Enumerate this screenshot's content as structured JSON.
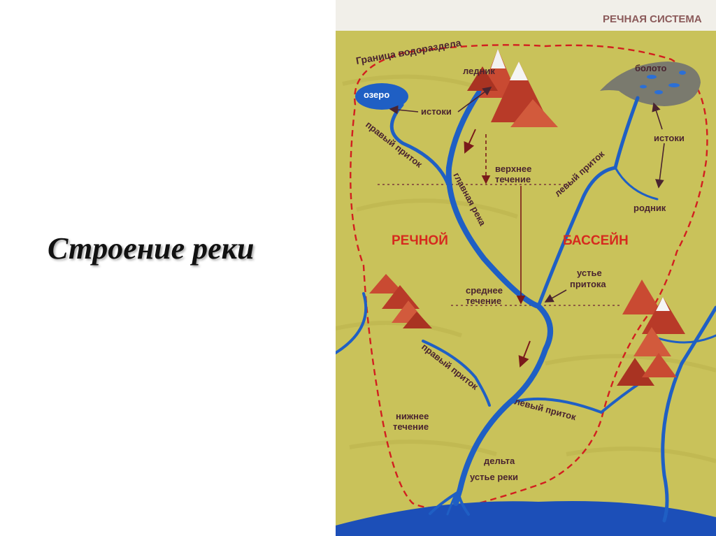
{
  "slide": {
    "title": "Строение реки"
  },
  "map": {
    "header": "РЕЧНАЯ СИСТЕМА",
    "watershed": "Граница водораздела",
    "basin_left": "РЕЧНОЙ",
    "basin_right": "БАССЕЙН",
    "labels": {
      "lake": "озеро",
      "glacier": "ледник",
      "swamp": "болото",
      "sources_left": "истоки",
      "sources_right": "истоки",
      "spring": "родник",
      "right_tributary_top": "правый приток",
      "main_river": "главная река",
      "left_tributary_top": "левый приток",
      "upper_course_1": "верхнее",
      "upper_course_2": "течение",
      "tributary_mouth_1": "устье",
      "tributary_mouth_2": "притока",
      "middle_course_1": "среднее",
      "middle_course_2": "течение",
      "right_tributary_bottom": "правый приток",
      "left_tributary_bottom": "левый приток",
      "lower_course_1": "нижнее",
      "lower_course_2": "течение",
      "delta": "дельта",
      "river_mouth": "устье реки"
    }
  },
  "colors": {
    "land": "#c9c25a",
    "water": "#1f5fc4",
    "label": "#4a2430",
    "basin": "#d62a1e",
    "watershed_line": "#d21f1f"
  }
}
